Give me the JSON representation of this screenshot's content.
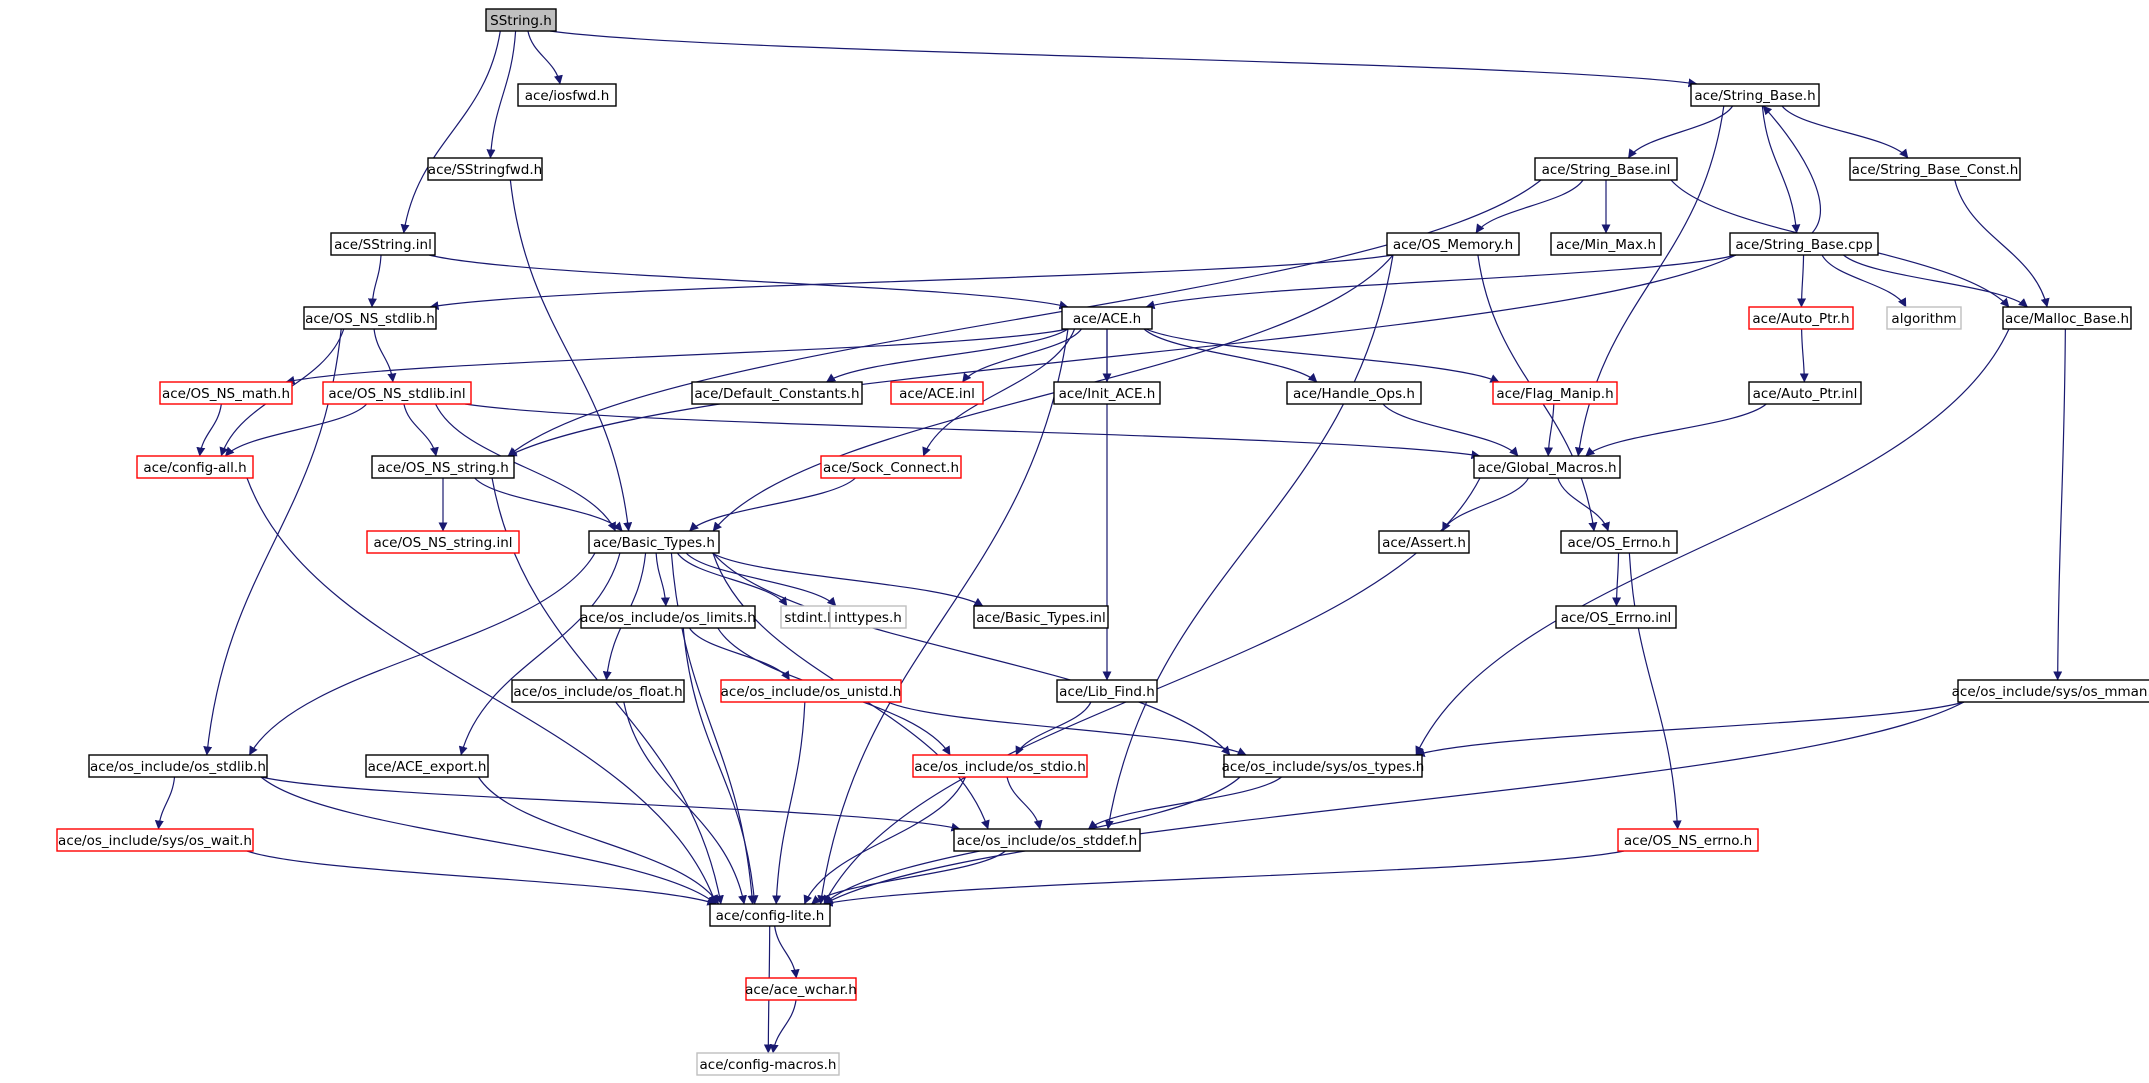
{
  "colors": {
    "edge": "#191970",
    "normal_border": "#000000",
    "truncated_border": "#ff0000",
    "external_border": "#bfbfbf",
    "root_fill": "#bfbfbf",
    "background": "#ffffff"
  },
  "nodes": [
    {
      "id": "sstring_h",
      "label": "SString.h",
      "kind": "root"
    },
    {
      "id": "iosfwd_h",
      "label": "ace/iosfwd.h",
      "kind": "normal"
    },
    {
      "id": "string_base_h",
      "label": "ace/String_Base.h",
      "kind": "normal"
    },
    {
      "id": "sstringfwd_h",
      "label": "ace/SStringfwd.h",
      "kind": "normal"
    },
    {
      "id": "string_base_inl",
      "label": "ace/String_Base.inl",
      "kind": "normal"
    },
    {
      "id": "string_base_const_h",
      "label": "ace/String_Base_Const.h",
      "kind": "normal"
    },
    {
      "id": "sstring_inl",
      "label": "ace/SString.inl",
      "kind": "normal"
    },
    {
      "id": "os_memory_h",
      "label": "ace/OS_Memory.h",
      "kind": "normal"
    },
    {
      "id": "min_max_h",
      "label": "ace/Min_Max.h",
      "kind": "normal"
    },
    {
      "id": "string_base_cpp",
      "label": "ace/String_Base.cpp",
      "kind": "normal"
    },
    {
      "id": "os_ns_stdlib_h",
      "label": "ace/OS_NS_stdlib.h",
      "kind": "normal"
    },
    {
      "id": "ace_h",
      "label": "ace/ACE.h",
      "kind": "normal"
    },
    {
      "id": "auto_ptr_h",
      "label": "ace/Auto_Ptr.h",
      "kind": "truncated"
    },
    {
      "id": "algorithm",
      "label": "algorithm",
      "kind": "external"
    },
    {
      "id": "malloc_base_h",
      "label": "ace/Malloc_Base.h",
      "kind": "normal"
    },
    {
      "id": "os_ns_math_h",
      "label": "ace/OS_NS_math.h",
      "kind": "truncated"
    },
    {
      "id": "os_ns_stdlib_inl",
      "label": "ace/OS_NS_stdlib.inl",
      "kind": "truncated"
    },
    {
      "id": "default_constants_h",
      "label": "ace/Default_Constants.h",
      "kind": "normal"
    },
    {
      "id": "ace_inl",
      "label": "ace/ACE.inl",
      "kind": "truncated"
    },
    {
      "id": "init_ace_h",
      "label": "ace/Init_ACE.h",
      "kind": "normal"
    },
    {
      "id": "handle_ops_h",
      "label": "ace/Handle_Ops.h",
      "kind": "normal"
    },
    {
      "id": "flag_manip_h",
      "label": "ace/Flag_Manip.h",
      "kind": "truncated"
    },
    {
      "id": "auto_ptr_inl",
      "label": "ace/Auto_Ptr.inl",
      "kind": "normal"
    },
    {
      "id": "config_all_h",
      "label": "ace/config-all.h",
      "kind": "truncated"
    },
    {
      "id": "os_ns_string_h",
      "label": "ace/OS_NS_string.h",
      "kind": "normal"
    },
    {
      "id": "sock_connect_h",
      "label": "ace/Sock_Connect.h",
      "kind": "truncated"
    },
    {
      "id": "global_macros_h",
      "label": "ace/Global_Macros.h",
      "kind": "normal"
    },
    {
      "id": "os_ns_string_inl",
      "label": "ace/OS_NS_string.inl",
      "kind": "truncated"
    },
    {
      "id": "basic_types_h",
      "label": "ace/Basic_Types.h",
      "kind": "normal"
    },
    {
      "id": "assert_h",
      "label": "ace/Assert.h",
      "kind": "normal"
    },
    {
      "id": "os_errno_h",
      "label": "ace/OS_Errno.h",
      "kind": "normal"
    },
    {
      "id": "os_limits_h",
      "label": "ace/os_include/os_limits.h",
      "kind": "normal"
    },
    {
      "id": "stdint_h",
      "label": "stdint.h",
      "kind": "external"
    },
    {
      "id": "inttypes_h",
      "label": "inttypes.h",
      "kind": "external"
    },
    {
      "id": "basic_types_inl",
      "label": "ace/Basic_Types.inl",
      "kind": "normal"
    },
    {
      "id": "os_errno_inl",
      "label": "ace/OS_Errno.inl",
      "kind": "normal"
    },
    {
      "id": "os_float_h",
      "label": "ace/os_include/os_float.h",
      "kind": "normal"
    },
    {
      "id": "os_unistd_h",
      "label": "ace/os_include/os_unistd.h",
      "kind": "truncated"
    },
    {
      "id": "lib_find_h",
      "label": "ace/Lib_Find.h",
      "kind": "normal"
    },
    {
      "id": "os_mman_h",
      "label": "ace/os_include/sys/os_mman.h",
      "kind": "normal"
    },
    {
      "id": "os_stdlib_h",
      "label": "ace/os_include/os_stdlib.h",
      "kind": "normal"
    },
    {
      "id": "ace_export_h",
      "label": "ace/ACE_export.h",
      "kind": "normal"
    },
    {
      "id": "os_stdio_h",
      "label": "ace/os_include/os_stdio.h",
      "kind": "truncated"
    },
    {
      "id": "os_types_h",
      "label": "ace/os_include/sys/os_types.h",
      "kind": "normal"
    },
    {
      "id": "os_wait_h",
      "label": "ace/os_include/sys/os_wait.h",
      "kind": "truncated"
    },
    {
      "id": "os_stddef_h",
      "label": "ace/os_include/os_stddef.h",
      "kind": "normal"
    },
    {
      "id": "os_ns_errno_h",
      "label": "ace/OS_NS_errno.h",
      "kind": "truncated"
    },
    {
      "id": "config_lite_h",
      "label": "ace/config-lite.h",
      "kind": "normal"
    },
    {
      "id": "ace_wchar_h",
      "label": "ace/ace_wchar.h",
      "kind": "truncated"
    },
    {
      "id": "config_macros_h",
      "label": "ace/config-macros.h",
      "kind": "external"
    }
  ],
  "edges": [
    [
      "sstring_h",
      "iosfwd_h"
    ],
    [
      "sstring_h",
      "string_base_h"
    ],
    [
      "sstring_h",
      "sstringfwd_h"
    ],
    [
      "sstring_h",
      "sstring_inl"
    ],
    [
      "string_base_h",
      "string_base_inl"
    ],
    [
      "string_base_h",
      "string_base_const_h"
    ],
    [
      "string_base_h",
      "string_base_cpp"
    ],
    [
      "string_base_h",
      "global_macros_h"
    ],
    [
      "sstringfwd_h",
      "basic_types_h"
    ],
    [
      "string_base_inl",
      "os_memory_h"
    ],
    [
      "string_base_inl",
      "min_max_h"
    ],
    [
      "string_base_inl",
      "malloc_base_h"
    ],
    [
      "string_base_inl",
      "os_ns_string_h"
    ],
    [
      "string_base_const_h",
      "malloc_base_h"
    ],
    [
      "sstring_inl",
      "os_ns_stdlib_h"
    ],
    [
      "sstring_inl",
      "ace_h"
    ],
    [
      "os_memory_h",
      "os_ns_stdlib_h"
    ],
    [
      "os_memory_h",
      "os_errno_h"
    ],
    [
      "os_memory_h",
      "os_stddef_h"
    ],
    [
      "os_memory_h",
      "basic_types_h"
    ],
    [
      "string_base_cpp",
      "string_base_h"
    ],
    [
      "string_base_cpp",
      "ace_h"
    ],
    [
      "string_base_cpp",
      "auto_ptr_h"
    ],
    [
      "string_base_cpp",
      "algorithm"
    ],
    [
      "string_base_cpp",
      "malloc_base_h"
    ],
    [
      "string_base_cpp",
      "os_ns_string_h"
    ],
    [
      "os_ns_stdlib_h",
      "os_ns_stdlib_inl"
    ],
    [
      "os_ns_stdlib_h",
      "config_all_h"
    ],
    [
      "os_ns_stdlib_h",
      "os_stdlib_h"
    ],
    [
      "ace_h",
      "os_ns_math_h"
    ],
    [
      "ace_h",
      "default_constants_h"
    ],
    [
      "ace_h",
      "ace_inl"
    ],
    [
      "ace_h",
      "init_ace_h"
    ],
    [
      "ace_h",
      "handle_ops_h"
    ],
    [
      "ace_h",
      "flag_manip_h"
    ],
    [
      "ace_h",
      "sock_connect_h"
    ],
    [
      "ace_h",
      "lib_find_h"
    ],
    [
      "ace_h",
      "config_lite_h"
    ],
    [
      "auto_ptr_h",
      "auto_ptr_inl"
    ],
    [
      "malloc_base_h",
      "os_types_h"
    ],
    [
      "malloc_base_h",
      "os_mman_h"
    ],
    [
      "os_ns_math_h",
      "config_all_h"
    ],
    [
      "os_ns_stdlib_inl",
      "config_all_h"
    ],
    [
      "os_ns_stdlib_inl",
      "os_ns_string_h"
    ],
    [
      "os_ns_stdlib_inl",
      "basic_types_h"
    ],
    [
      "os_ns_stdlib_inl",
      "global_macros_h"
    ],
    [
      "handle_ops_h",
      "global_macros_h"
    ],
    [
      "flag_manip_h",
      "global_macros_h"
    ],
    [
      "auto_ptr_inl",
      "global_macros_h"
    ],
    [
      "config_all_h",
      "config_lite_h"
    ],
    [
      "os_ns_string_h",
      "os_ns_string_inl"
    ],
    [
      "os_ns_string_h",
      "basic_types_h"
    ],
    [
      "os_ns_string_h",
      "config_lite_h"
    ],
    [
      "sock_connect_h",
      "basic_types_h"
    ],
    [
      "global_macros_h",
      "assert_h"
    ],
    [
      "global_macros_h",
      "os_errno_h"
    ],
    [
      "global_macros_h",
      "config_lite_h"
    ],
    [
      "basic_types_h",
      "os_limits_h"
    ],
    [
      "basic_types_h",
      "stdint_h"
    ],
    [
      "basic_types_h",
      "inttypes_h"
    ],
    [
      "basic_types_h",
      "basic_types_inl"
    ],
    [
      "basic_types_h",
      "os_float_h"
    ],
    [
      "basic_types_h",
      "os_stdlib_h"
    ],
    [
      "basic_types_h",
      "ace_export_h"
    ],
    [
      "basic_types_h",
      "os_types_h"
    ],
    [
      "basic_types_h",
      "os_stddef_h"
    ],
    [
      "basic_types_h",
      "config_lite_h"
    ],
    [
      "os_errno_h",
      "os_errno_inl"
    ],
    [
      "os_errno_h",
      "os_ns_errno_h"
    ],
    [
      "os_limits_h",
      "os_unistd_h"
    ],
    [
      "os_limits_h",
      "os_stdio_h"
    ],
    [
      "os_limits_h",
      "config_lite_h"
    ],
    [
      "os_float_h",
      "config_lite_h"
    ],
    [
      "os_unistd_h",
      "os_types_h"
    ],
    [
      "os_unistd_h",
      "config_lite_h"
    ],
    [
      "lib_find_h",
      "os_stdio_h"
    ],
    [
      "os_mman_h",
      "os_types_h"
    ],
    [
      "os_mman_h",
      "config_lite_h"
    ],
    [
      "os_stdlib_h",
      "os_wait_h"
    ],
    [
      "os_stdlib_h",
      "os_stddef_h"
    ],
    [
      "os_stdlib_h",
      "config_lite_h"
    ],
    [
      "ace_export_h",
      "config_lite_h"
    ],
    [
      "os_stdio_h",
      "os_stddef_h"
    ],
    [
      "os_stdio_h",
      "config_lite_h"
    ],
    [
      "os_types_h",
      "os_stddef_h"
    ],
    [
      "os_types_h",
      "config_lite_h"
    ],
    [
      "os_wait_h",
      "config_lite_h"
    ],
    [
      "os_stddef_h",
      "config_lite_h"
    ],
    [
      "os_ns_errno_h",
      "config_lite_h"
    ],
    [
      "config_lite_h",
      "ace_wchar_h"
    ],
    [
      "config_lite_h",
      "config_macros_h"
    ],
    [
      "ace_wchar_h",
      "config_macros_h"
    ]
  ]
}
